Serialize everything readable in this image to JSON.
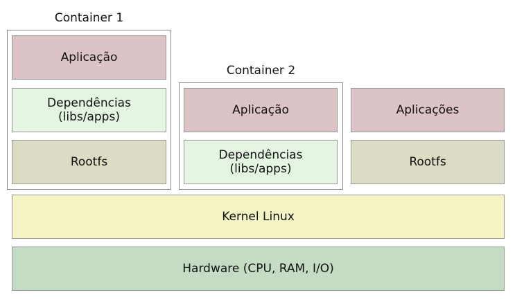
{
  "containers": [
    {
      "title": "Container 1"
    },
    {
      "title": "Container 2"
    }
  ],
  "layers": {
    "c1_app": {
      "text": "Aplicação",
      "color": "#dcc4c6"
    },
    "c1_deps": {
      "line1": "Dependências",
      "line2": "(libs/apps)",
      "color": "#e4f5e2"
    },
    "c1_rootfs": {
      "text": "Rootfs",
      "color": "#dcdcc4"
    },
    "c2_app": {
      "text": "Aplicação",
      "color": "#dcc4c6"
    },
    "c2_deps": {
      "line1": "Dependências",
      "line2": "(libs/apps)",
      "color": "#e4f5e2"
    },
    "host_apps": {
      "text": "Aplicações",
      "color": "#dcc4c6"
    },
    "host_rootfs": {
      "text": "Rootfs",
      "color": "#dcdcc4"
    },
    "kernel": {
      "text": "Kernel Linux",
      "color": "#f4f4c4"
    },
    "hardware": {
      "text": "Hardware (CPU, RAM, I/O)",
      "color": "#c4dcc4"
    }
  }
}
